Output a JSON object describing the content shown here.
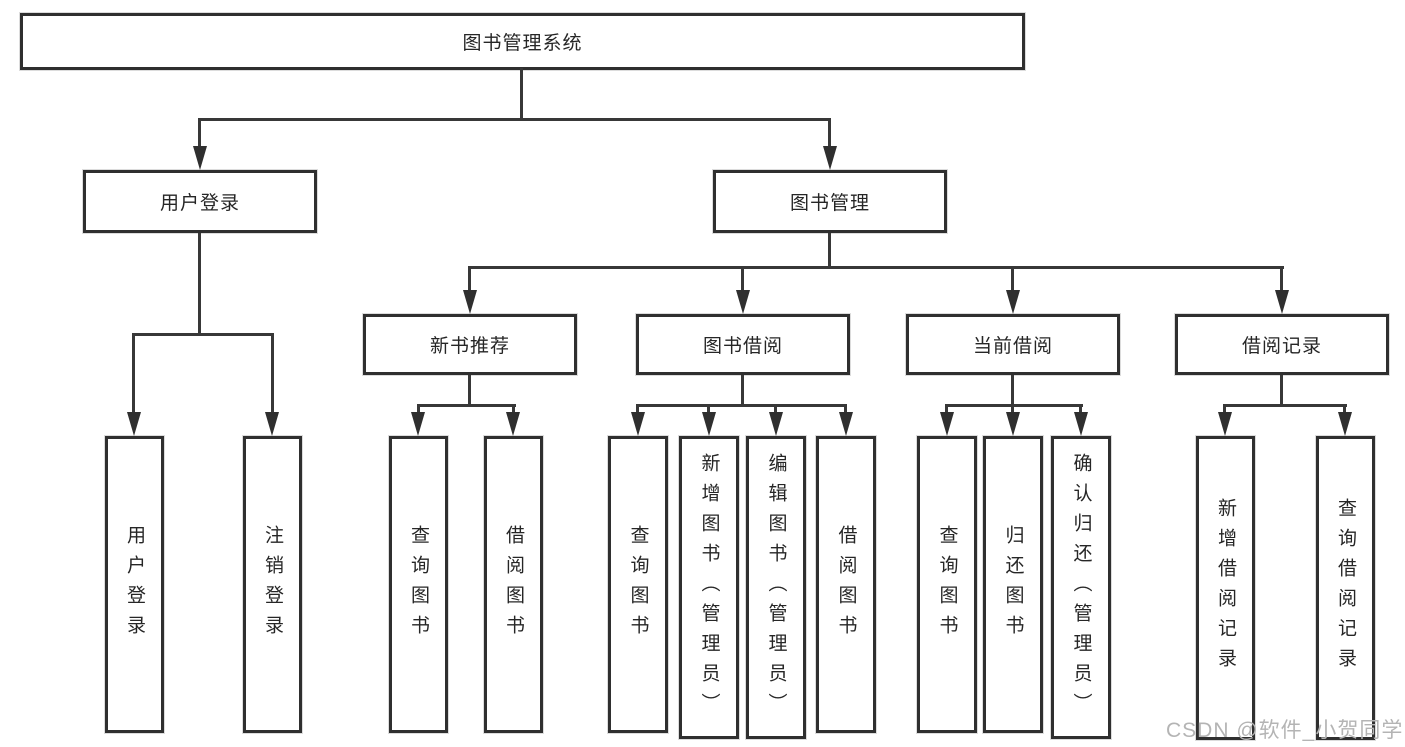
{
  "nodes": {
    "root": "图书管理系统",
    "user_login": "用户登录",
    "book_management": "图书管理",
    "new_book_recommendation": "新书推荐",
    "book_borrowing": "图书借阅",
    "current_borrowing": "当前借阅",
    "borrowing_records": "借阅记录",
    "leaves": {
      "user": [
        "用户登录",
        "注销登录"
      ],
      "recommend": [
        "查询图书",
        "借阅图书"
      ],
      "borrow": [
        "查询图书",
        "新增图书（管理员）",
        "编辑图书（管理员）",
        "借阅图书"
      ],
      "current": [
        "查询图书",
        "归还图书",
        "确认归还（管理员）"
      ],
      "records": [
        "新增借阅记录",
        "查询借阅记录"
      ]
    }
  },
  "watermark": "CSDN @软件_小贺同学",
  "colors": {
    "line": "#383838",
    "border": "#2f2f2f",
    "text": "#262626",
    "watermark": "#b4b4b4",
    "background": "#ffffff"
  }
}
